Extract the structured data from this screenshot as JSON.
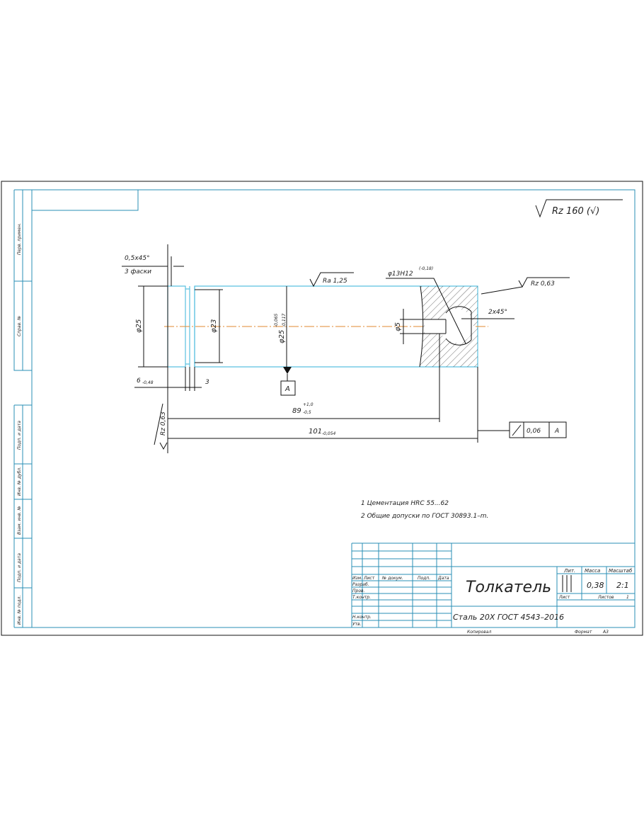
{
  "roughness_general": "Rz 160 (√)",
  "chamfer_note": {
    "size": "0,5x45°",
    "count": "3 фаски"
  },
  "dims": {
    "d25": "φ25",
    "d23": "φ23",
    "d25_tol": "φ25",
    "d25_tol_upper": "-0,065",
    "d25_tol_lower": "-0,117",
    "d5": "φ5",
    "d13": "φ13H12",
    "d13_tol": "(-0,18)",
    "chamfer2": "2x45°",
    "len6": "6",
    "len6_tol": "-0,48",
    "len3": "3",
    "len89": "89",
    "len89_upper": "+1,0",
    "len89_lower": "-0,5",
    "len101": "101",
    "len101_tol": "-0,054"
  },
  "roughness": {
    "ra": "Ra 1,25",
    "rz_end": "Rz 0,63",
    "rz_left": "Rz 0,63"
  },
  "datum": "A",
  "runout": {
    "value": "0,06",
    "datum": "A"
  },
  "notes": [
    "1 Цементация HRC 55...62",
    "2 Общие допуски по ГОСТ 30893.1–m."
  ],
  "side_strip": [
    "Перв. примен.",
    "Справ. №",
    "Подп. и дата",
    "Инв. № дубл.",
    "Взам. инв. №",
    "Подп. и дата",
    "Инв. № подл."
  ],
  "title_block": {
    "headers": [
      "Изм.",
      "Лист",
      "№ докум.",
      "Подп.",
      "Дата"
    ],
    "roles": [
      "Разраб.",
      "Пров.",
      "Т.контр.",
      "Н.контр.",
      "Утв."
    ],
    "part_name": "Толкатель",
    "material": "Сталь 20Х ГОСТ 4543–2016",
    "lit_label": "Лит.",
    "mass_label": "Масса",
    "scale_label": "Масштаб",
    "mass": "0,38",
    "scale": "2:1",
    "sheet_label": "Лист",
    "sheets_label": "Листов",
    "sheets": "1"
  },
  "footer": {
    "copied": "Копировал",
    "format_label": "Формат",
    "format": "А3"
  }
}
